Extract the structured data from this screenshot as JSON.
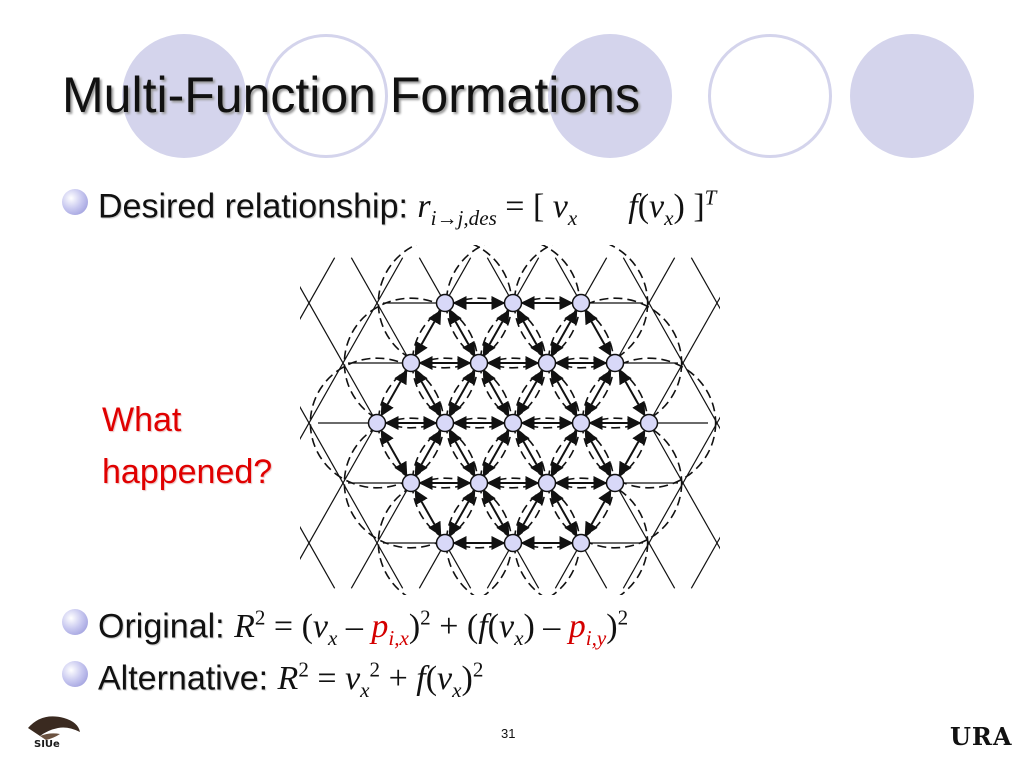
{
  "slide": {
    "title": "Multi-Function Formations",
    "page_number": "31"
  },
  "bullets": {
    "desired": {
      "label": "Desired relationship:",
      "r": "r",
      "r_sub": "i→j,des",
      "eq_open": "= [",
      "v": "v",
      "v_sub": "x",
      "f": "f",
      "paren_open": "(",
      "fv": "v",
      "fv_sub": "x",
      "paren_close": ")",
      "close": "]",
      "sup": "T"
    },
    "original": {
      "label": "Original:",
      "R": "R",
      "R_sup": "2",
      "eq": "= (",
      "v": "v",
      "v_sub": "x",
      "minus": " – ",
      "p1": "p",
      "p1_sub": "i,x",
      "close1": ")",
      "sup1": "2",
      "plus": " + (",
      "f": "f",
      "fparen": "(",
      "fv": "v",
      "fv_sub": "x",
      "fclose": ")",
      "minus2": " – ",
      "p2": "p",
      "p2_sub": "i,y",
      "close2": ")",
      "sup2": "2"
    },
    "alternative": {
      "label": "Alternative:",
      "R": "R",
      "R_sup": "2",
      "eq": "= ",
      "v": "v",
      "v_sub": "x",
      "v_sup": "2",
      "plus": " + ",
      "f": "f",
      "paren_open": "(",
      "fv": "v",
      "fv_sub": "x",
      "paren_close": ")",
      "sup": "2"
    }
  },
  "note": {
    "line1": "What",
    "line2": "happened?"
  },
  "logos": {
    "left_text": "SIUe",
    "right_text": "URA"
  },
  "colors": {
    "accent_circle": "#d4d4ec",
    "node_fill": "#d8d8f8",
    "highlight_red": "#d40000"
  }
}
